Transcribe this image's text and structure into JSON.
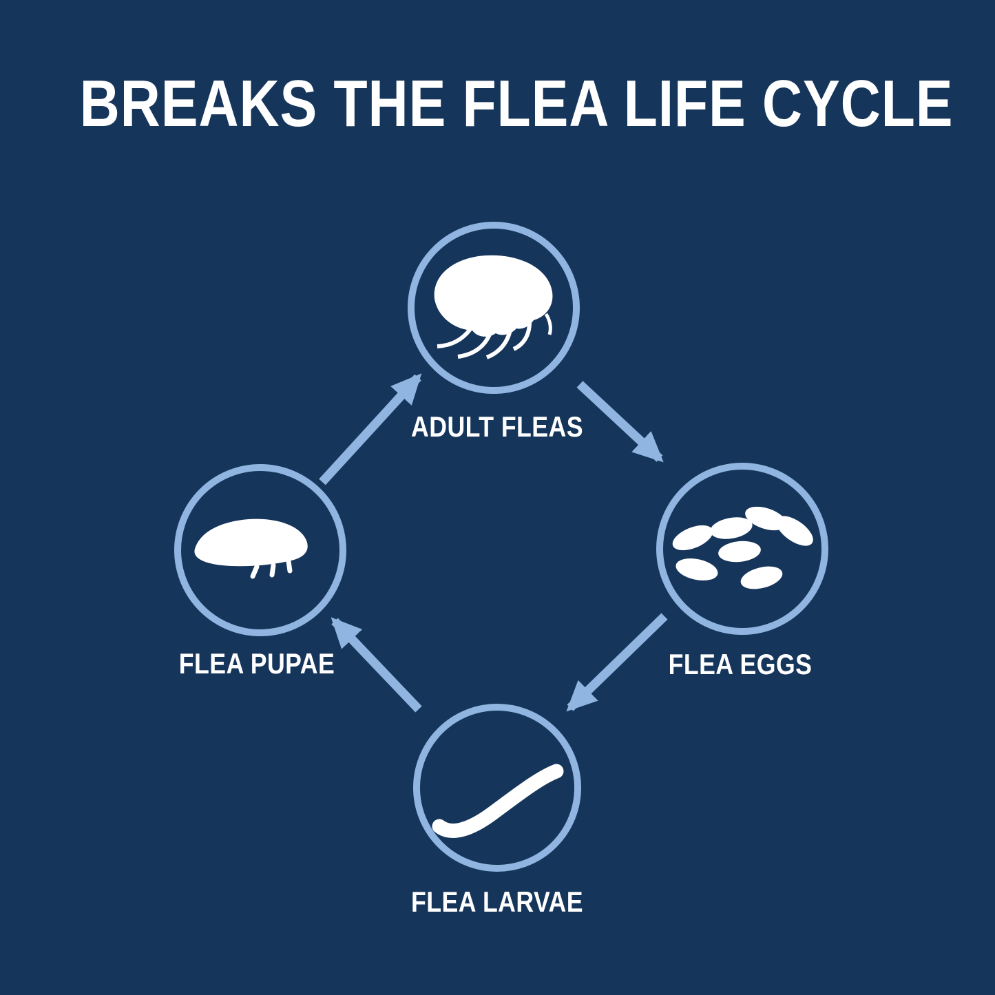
{
  "colors": {
    "background": "#16355b",
    "accent": "#8fb5e0",
    "white": "#ffffff"
  },
  "title": "BREAKS THE FLEA LIFE CYCLE",
  "cycle": {
    "nodes": [
      {
        "label": "ADULT FLEAS",
        "icon": "adult-flea-icon",
        "position": "top"
      },
      {
        "label": "FLEA EGGS",
        "icon": "flea-eggs-icon",
        "position": "right"
      },
      {
        "label": "FLEA LARVAE",
        "icon": "flea-larvae-icon",
        "position": "bottom"
      },
      {
        "label": "FLEA PUPAE",
        "icon": "flea-pupae-icon",
        "position": "left"
      }
    ],
    "arrows": [
      {
        "from": "FLEA PUPAE",
        "to": "ADULT FLEAS"
      },
      {
        "from": "ADULT FLEAS",
        "to": "FLEA EGGS"
      },
      {
        "from": "FLEA EGGS",
        "to": "FLEA LARVAE"
      },
      {
        "from": "FLEA LARVAE",
        "to": "FLEA PUPAE"
      }
    ]
  }
}
